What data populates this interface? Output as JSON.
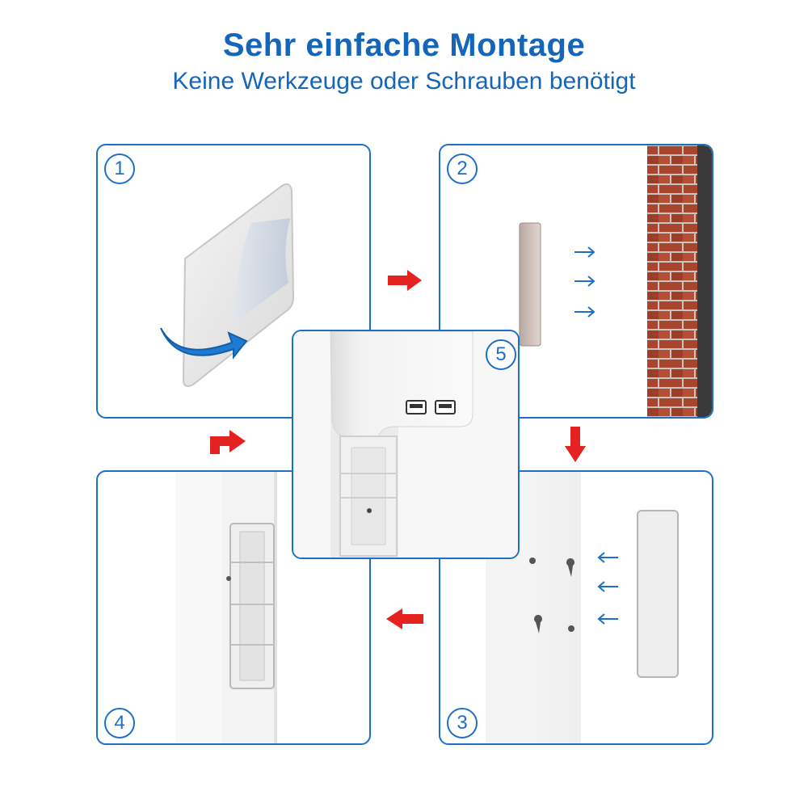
{
  "header": {
    "title": "Sehr einfache Montage",
    "subtitle": "Keine Werkzeuge oder Schrauben benötigt"
  },
  "steps": [
    {
      "number": "1"
    },
    {
      "number": "2"
    },
    {
      "number": "3"
    },
    {
      "number": "4"
    },
    {
      "number": "5"
    }
  ],
  "colors": {
    "accent_blue": "#1e6fc6",
    "title_blue": "#1565b8",
    "red_arrow": "#e52222",
    "brick": "#a8452e"
  }
}
